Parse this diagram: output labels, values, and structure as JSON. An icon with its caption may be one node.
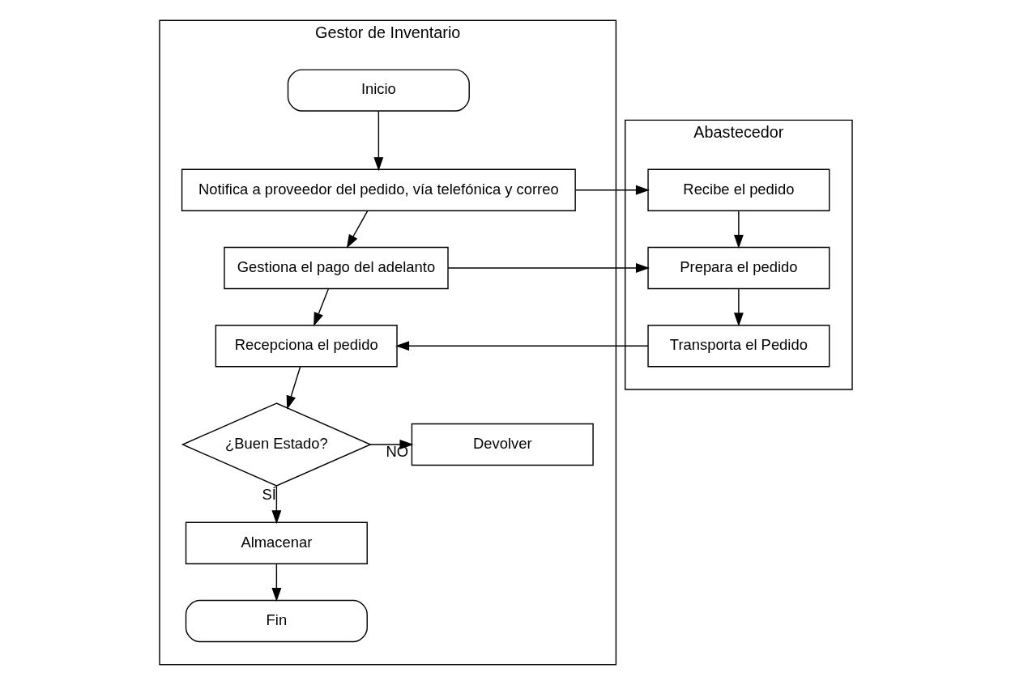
{
  "diagram": {
    "nodes": [
      {
        "text": [
          "Gestor de Inventario"
        ]
      },
      {
        "text": [
          "Inicio"
        ],
        "in": 0
      },
      {
        "text": [
          "Notifica a proveedor del pedido, vía telefónica y correo"
        ],
        "in": 0
      },
      {
        "text": [
          "Gestiona el pago del adelanto"
        ],
        "in": 0
      },
      {
        "text": [
          "Recepciona el pedido"
        ],
        "in": 0
      },
      {
        "text": [
          "¿Buen Estado?"
        ],
        "in": 0
      },
      {
        "text": [
          "Devolver"
        ],
        "in": 0
      },
      {
        "text": [
          "Almacenar"
        ],
        "in": 0
      },
      {
        "text": [
          "Fin"
        ],
        "in": 0
      },
      {
        "text": [
          "Abastecedor"
        ]
      },
      {
        "text": [
          "Recibe el pedido"
        ],
        "in": 9
      },
      {
        "text": [
          "Prepara el pedido"
        ],
        "in": 9
      },
      {
        "text": [
          "Transporta el Pedido"
        ],
        "in": 9
      }
    ],
    "edges": [
      {
        "from": 1,
        "to": 2,
        "arrow": "to"
      },
      {
        "from": 2,
        "to": 10,
        "arrow": "to"
      },
      {
        "from": 2,
        "to": 3,
        "arrow": "to"
      },
      {
        "from": 10,
        "to": 11,
        "arrow": "to"
      },
      {
        "from": 3,
        "to": 11,
        "arrow": "to"
      },
      {
        "from": 3,
        "to": 4,
        "arrow": "to"
      },
      {
        "from": 11,
        "to": 12,
        "arrow": "to"
      },
      {
        "from": 12,
        "to": 4,
        "arrow": "to"
      },
      {
        "from": 4,
        "to": 5,
        "arrow": "to"
      },
      {
        "from": 5,
        "to": 6,
        "arrow": "to",
        "label": "NO"
      },
      {
        "from": 5,
        "to": 7,
        "arrow": "to",
        "label": "SÍ"
      },
      {
        "from": 7,
        "to": 8,
        "arrow": "to"
      }
    ]
  }
}
